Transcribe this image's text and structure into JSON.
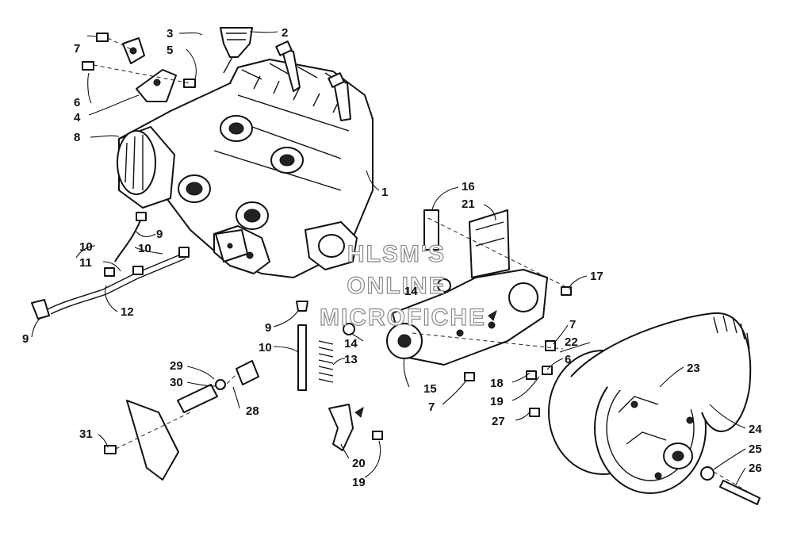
{
  "watermark": {
    "line1": "HLSM'S",
    "line2": "ONLINE",
    "line3": "MICROFICHE"
  },
  "callouts": [
    "1",
    "2",
    "3",
    "4",
    "5",
    "6",
    "7",
    "8",
    "9",
    "10",
    "11",
    "12",
    "13",
    "14",
    "15",
    "16",
    "17",
    "18",
    "19",
    "20",
    "21",
    "22",
    "23",
    "24",
    "25",
    "26",
    "27",
    "28",
    "29",
    "30",
    "31"
  ]
}
